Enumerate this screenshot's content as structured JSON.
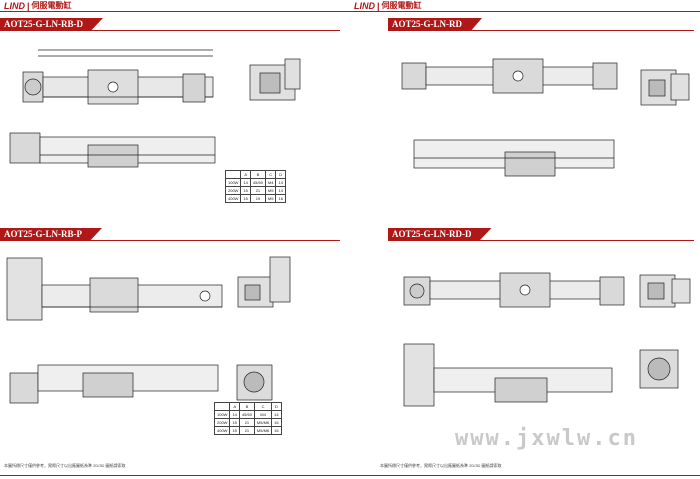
{
  "brand": {
    "logo": "LIND",
    "name": "伺服電動缸"
  },
  "panels": [
    {
      "title": "AOT25-G-LN-RB-D"
    },
    {
      "title": "AOT25-G-LN-RB-P"
    },
    {
      "title": "AOT25-G-LN-RD"
    },
    {
      "title": "AOT25-G-LN-RD-D"
    }
  ],
  "spec_tables": [
    {
      "headers": [
        "",
        "A",
        "B",
        "C",
        "D"
      ],
      "rows": [
        [
          "100W",
          "14",
          "45/60",
          "M4",
          "14"
        ],
        [
          "200W",
          "15",
          "21",
          "M5",
          "14"
        ],
        [
          "400W",
          "15",
          "19",
          "M5",
          "16"
        ]
      ]
    },
    {
      "headers": [
        "",
        "A",
        "B",
        "C",
        "D"
      ],
      "rows": [
        [
          "100W",
          "14",
          "45/60",
          "M4",
          "14"
        ],
        [
          "200W",
          "15",
          "21",
          "M5/M6",
          "16"
        ],
        [
          "400W",
          "15",
          "21",
          "M5/M6",
          "16"
        ]
      ]
    }
  ],
  "footer_notes": [
    "本圖所標尺寸僅供參考，實際尺寸以出廠圖紙為準 2D/3D 圖紙請索取",
    "本圖所標尺寸僅供參考，實際尺寸以出廠圖紙為準 2D/3D 圖紙請索取"
  ],
  "watermark": "www.jxwlw.cn"
}
